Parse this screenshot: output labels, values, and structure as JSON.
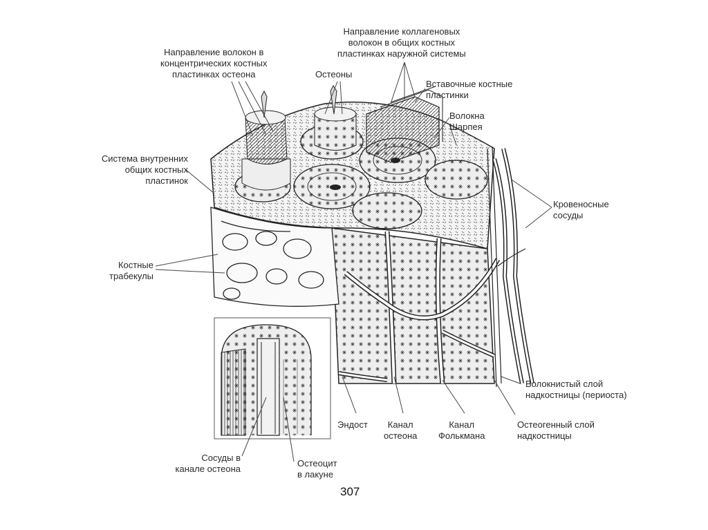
{
  "labels": {
    "fiber_direction_osteon": [
      "Направление волокон в",
      "концентрических костных",
      "пластинках остеона"
    ],
    "osteons": "Остеоны",
    "collagen_direction": [
      "Направление коллагеновых",
      "волокон в общих костных",
      "пластинках наружной системы"
    ],
    "interstitial_lamellae": [
      "Вставочные костные",
      "пластинки"
    ],
    "sharpey_fibers": [
      "Волокна",
      "Шарпея"
    ],
    "inner_system": [
      "Система внутренних",
      "общих костных",
      "пластинок"
    ],
    "blood_vessels": [
      "Кровеносные",
      "сосуды"
    ],
    "trabeculae": [
      "Костные",
      "трабекулы"
    ],
    "fibrous_layer": [
      "Волокнистый слой",
      "надкостницы (периоста)"
    ],
    "endosteum": "Эндост",
    "osteon_canal": [
      "Канал",
      "остеона"
    ],
    "volkmann_canal": [
      "Канал",
      "Фолькмана"
    ],
    "osteogenic_layer": [
      "Остеогенный слой",
      "надкостницы"
    ],
    "vessels_in_canal": [
      "Сосуды в",
      "канале остеона"
    ],
    "osteocyte": [
      "Остеоцит",
      "в лакуне"
    ]
  },
  "page_number": "307"
}
